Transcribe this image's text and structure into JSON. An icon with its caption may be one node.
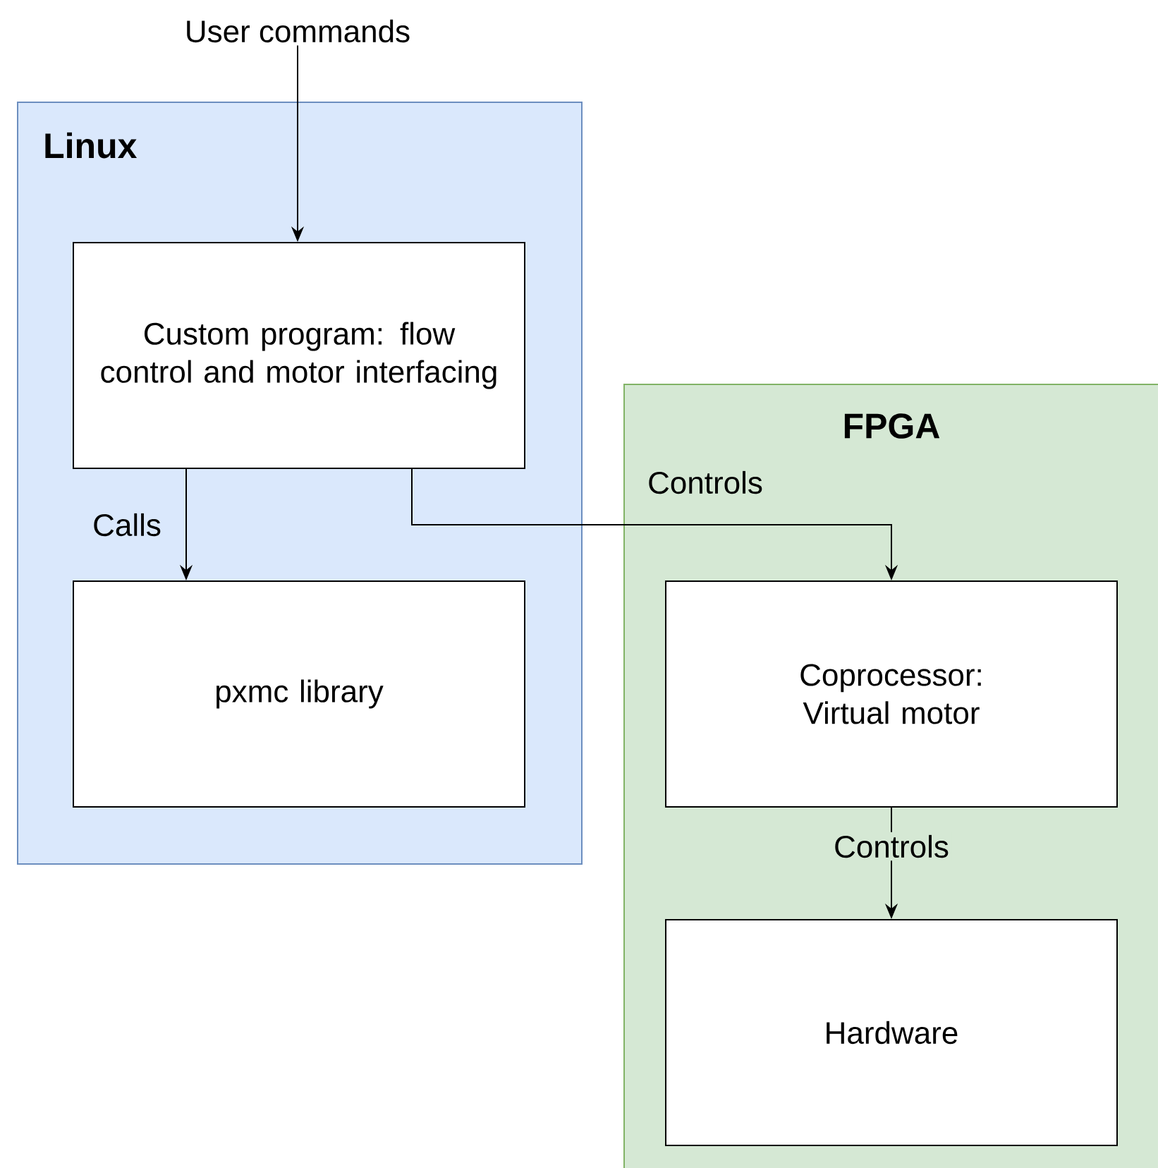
{
  "diagram": {
    "nodes": [
      {
        "text": [
          "User commands"
        ]
      },
      {
        "text": [
          "Linux"
        ]
      },
      {
        "text": [
          "Custom program: flow control and motor interfacing"
        ],
        "in": 1
      },
      {
        "text": [
          "pxmc library"
        ],
        "in": 1
      },
      {
        "text": [
          "FPGA"
        ]
      },
      {
        "text": [
          "Coprocessor: Virtual motor"
        ],
        "in": 4
      },
      {
        "text": [
          "Hardware"
        ],
        "in": 4
      }
    ],
    "edges": [
      {
        "from": 0,
        "to": 2,
        "arrow": "to"
      },
      {
        "from": 2,
        "to": 3,
        "arrow": "to",
        "label": "Calls"
      },
      {
        "from": 2,
        "to": 5,
        "arrow": "to",
        "label": "Controls"
      },
      {
        "from": 5,
        "to": 6,
        "arrow": "to",
        "label": "Controls"
      }
    ]
  }
}
